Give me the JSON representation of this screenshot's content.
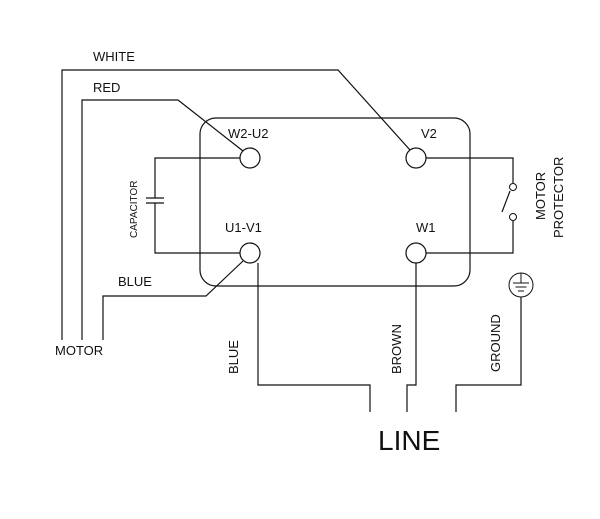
{
  "diagram": {
    "wires": {
      "white": "WHITE",
      "red": "RED",
      "blue_upper": "BLUE",
      "blue_lower": "BLUE",
      "brown": "BROWN",
      "ground": "GROUND"
    },
    "terminals": {
      "w2u2": "W2-U2",
      "v2": "V2",
      "u1v1": "U1-V1",
      "w1": "W1"
    },
    "components": {
      "capacitor": "CAPACITOR",
      "motor_protector_line1": "MOTOR",
      "motor_protector_line2": "PROTECTOR"
    },
    "labels": {
      "motor": "MOTOR",
      "line": "LINE"
    },
    "icons": {
      "ground_symbol": "ground-icon",
      "thermal_switch": "switch-icon"
    }
  }
}
